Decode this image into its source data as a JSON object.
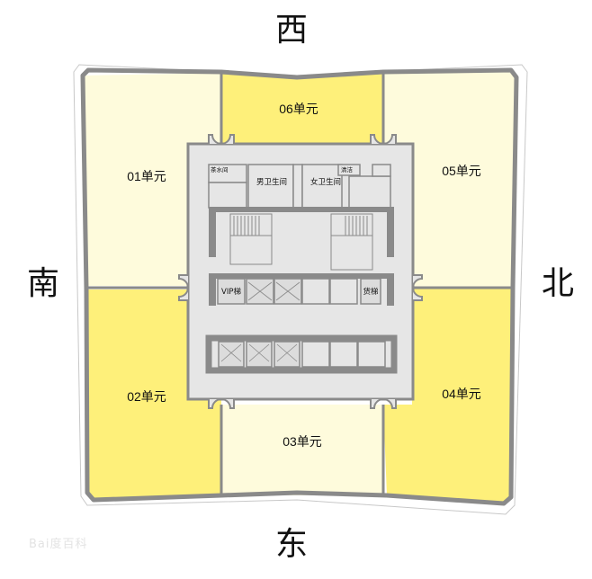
{
  "compass": {
    "west": "西",
    "east": "东",
    "south": "南",
    "north": "北"
  },
  "units": [
    {
      "id": "01",
      "label": "01单元",
      "color": "#fefbdc"
    },
    {
      "id": "02",
      "label": "02单元",
      "color": "#fef07a"
    },
    {
      "id": "03",
      "label": "03单元",
      "color": "#fefbdc"
    },
    {
      "id": "04",
      "label": "04单元",
      "color": "#fef07a"
    },
    {
      "id": "05",
      "label": "05单元",
      "color": "#fefbdc"
    },
    {
      "id": "06",
      "label": "06单元",
      "color": "#fef07a"
    }
  ],
  "core": {
    "tea_room": "茶水间",
    "mens_restroom": "男卫生间",
    "womens_restroom": "女卫生间",
    "cleaning": "清洁",
    "vip_elevator": "VIP梯",
    "freight_elevator": "货梯"
  },
  "colors": {
    "wall": "#8a8a8a",
    "core_fill": "#e6e6e6",
    "light_unit": "#fefbdc",
    "bright_unit": "#fef07a"
  },
  "watermark": "Bai度百科"
}
